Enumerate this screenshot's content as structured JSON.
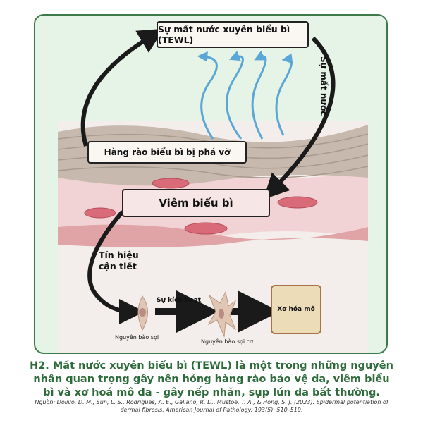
{
  "diagram": {
    "tewl_box": "Sự mất nước xuyên biểu bì (TEWL)",
    "barrier_box": "Hàng rào biểu bì bị phá vỡ",
    "inflammation_box": "Viêm biểu bì",
    "side_label": "Sự mất nước",
    "signal_label_line1": "Tín hiệu",
    "signal_label_line2": "cận tiết",
    "activation_label": "Sự kích hoạt",
    "fibroblast_label": "Nguyên bào sợi",
    "myofibroblast_label": "Nguyên bào sợi cơ",
    "fibrosis_box": "Xơ hóa mô"
  },
  "caption": "H2. Mất nước xuyên biểu bì (TEWL) là một trong những nguyên nhân quan trọng gây nên hỏng hàng rào bảo vệ da, viêm biểu bì và xơ hoá mô da - gây nếp nhăn, sụp lún da bất thường.",
  "source": "Nguồn: Dolivo, D. M., Sun, L. S., Rodrigues, A. E., Galiano, R. D., Mustoe, T. A., & Hong, S. J. (2023). Epidermal potentiation of dermal fibrosis. American Journal of Pathology, 193(5), 510–519.",
  "colors": {
    "frame": "#3d7a4a",
    "caption": "#2e6b3b",
    "water_arrow": "#5aa7d6",
    "cell": "#d96a78"
  }
}
